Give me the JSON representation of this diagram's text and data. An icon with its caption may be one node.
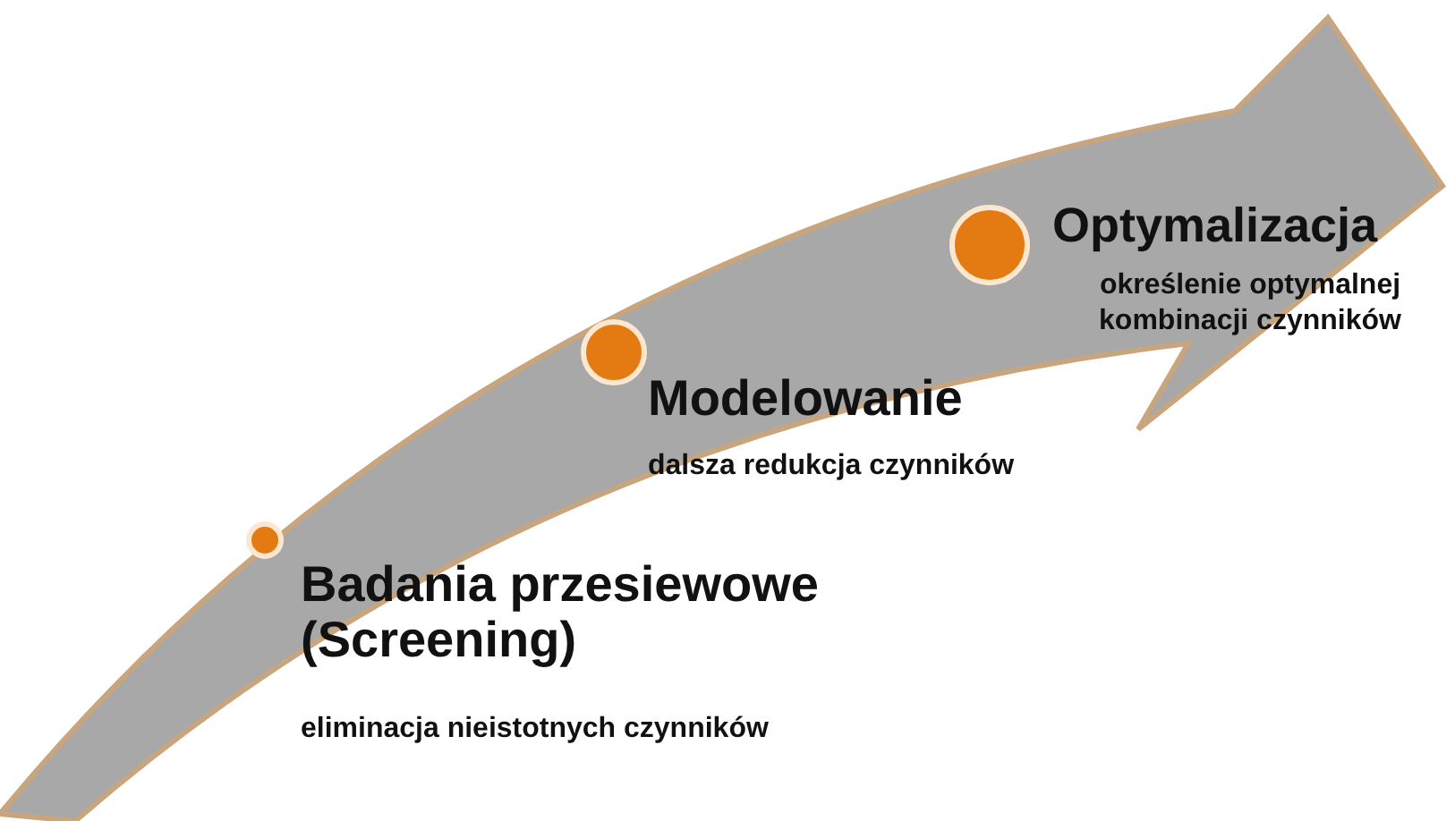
{
  "diagram": {
    "nodes": [
      {
        "text": [],
        "shape": "circle",
        "beside": [
          "Badania przesiewowe (Screening)",
          "eliminacja nieistotnych czynników"
        ]
      },
      {
        "text": [],
        "shape": "circle",
        "beside": [
          "Modelowanie",
          "dalsza redukcja czynników"
        ]
      },
      {
        "text": [],
        "shape": "circle",
        "beside": [
          "Optymalizacja",
          "określenie optymalnej kombinacji czynników"
        ]
      }
    ]
  }
}
